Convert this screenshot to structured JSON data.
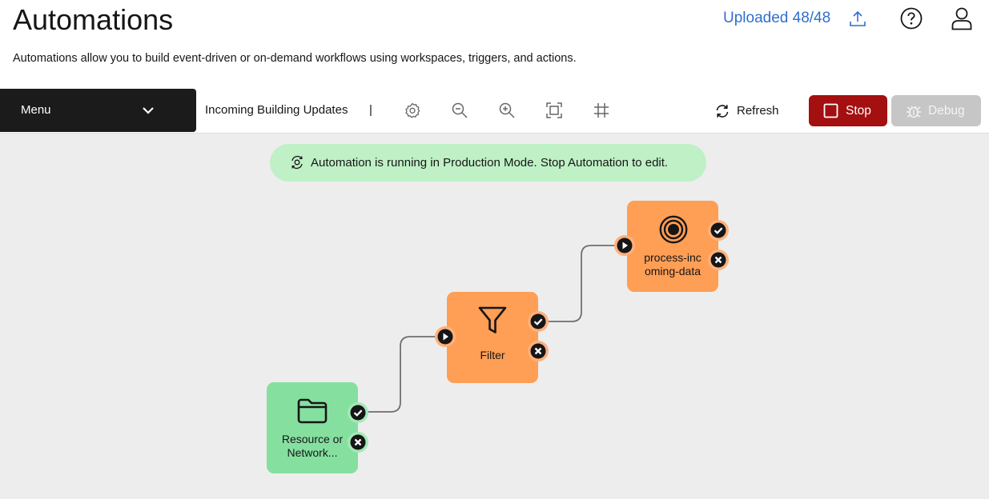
{
  "header": {
    "title": "Automations",
    "description": "Automations allow you to build event-driven or on-demand workflows using workspaces, triggers, and actions.",
    "upload_status": "Uploaded 48/48",
    "icons": [
      "upload-icon",
      "help-icon",
      "user-icon"
    ]
  },
  "toolbar": {
    "menu_label": "Menu",
    "workflow_name": "Incoming Building Updates",
    "separator": "|",
    "tools": [
      "settings-icon",
      "zoom-out-icon",
      "zoom-in-icon",
      "fit-view-icon",
      "grid-icon"
    ],
    "refresh_label": "Refresh",
    "stop_label": "Stop",
    "debug_label": "Debug",
    "debug_enabled": false
  },
  "banner": {
    "text": "Automation is running in Production Mode. Stop Automation to edit.",
    "icon": "running-gear-icon"
  },
  "nodes": [
    {
      "id": "resource",
      "type": "trigger",
      "label_line1": "Resource or",
      "label_line2": "Network...",
      "icon": "folder-icon",
      "color": "#85e0a0"
    },
    {
      "id": "filter",
      "type": "filter",
      "label": "Filter",
      "icon": "funnel-icon",
      "color": "#ff9e55"
    },
    {
      "id": "process",
      "type": "action",
      "label_line1": "process-inc",
      "label_line2": "oming-data",
      "icon": "target-icon",
      "color": "#ff9e55"
    }
  ],
  "connections": [
    {
      "from": "resource",
      "to": "filter"
    },
    {
      "from": "filter",
      "to": "process"
    }
  ],
  "colors": {
    "accent_link": "#2f6fce",
    "stop": "#a40f10",
    "debug_disabled": "#c6c6c6",
    "banner": "#bff0c6",
    "node_orange": "#ff9e55",
    "node_green": "#85e0a0",
    "canvas": "#ededed"
  }
}
